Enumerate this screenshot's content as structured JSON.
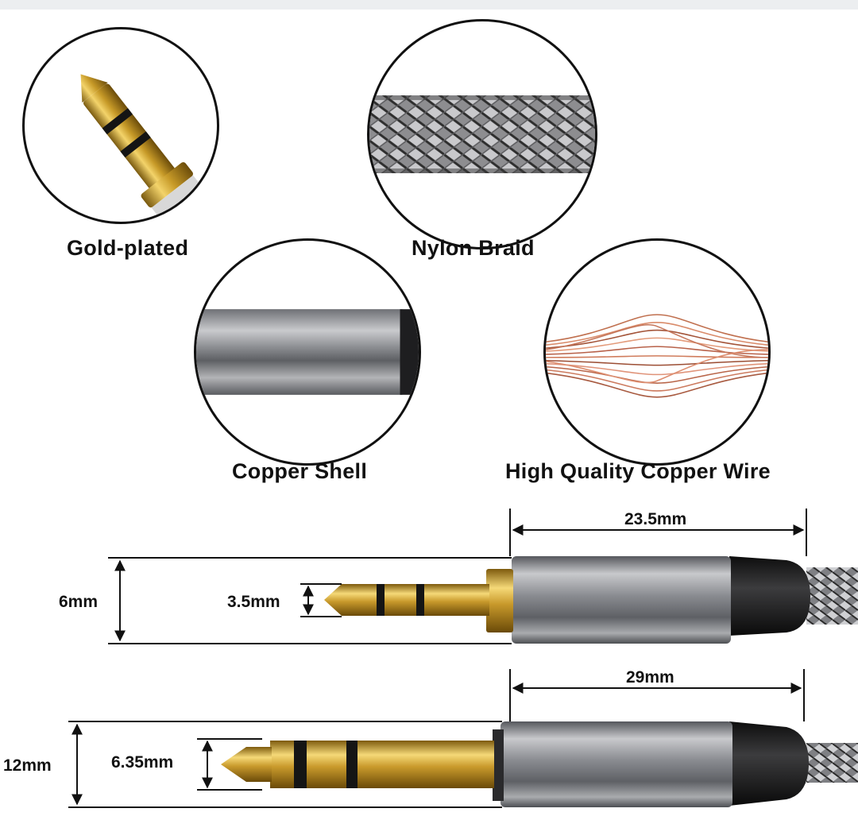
{
  "features": {
    "gold_plated": "Gold-plated",
    "nylon_braid": "Nylon Braid",
    "copper_shell": "Copper Shell",
    "copper_wire": "High Quality Copper Wire"
  },
  "dimensions": {
    "small_plug": {
      "length": "23.5mm",
      "outer": "6mm",
      "inner": "3.5mm"
    },
    "large_plug": {
      "length": "29mm",
      "outer": "12mm",
      "inner": "6.35mm"
    }
  }
}
